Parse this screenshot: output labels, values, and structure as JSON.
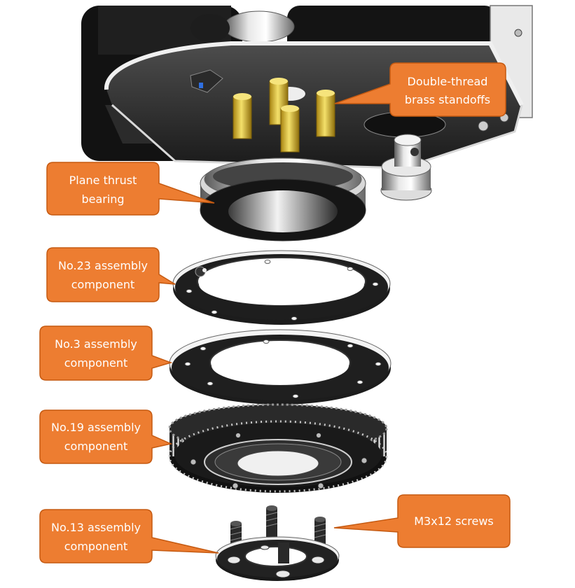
{
  "callouts": {
    "standoffs": [
      "Double-thread",
      "brass standoffs"
    ],
    "bearing": [
      "Plane thrust",
      "bearing"
    ],
    "no23": [
      "No.23 assembly",
      "component"
    ],
    "no3": [
      "No.3 assembly",
      "component"
    ],
    "no19": [
      "No.19 assembly",
      "component"
    ],
    "no13": [
      "No.13 assembly",
      "component"
    ],
    "screws": [
      "M3x12 screws"
    ]
  },
  "colors": {
    "callout_fill": "#ED7D31",
    "callout_stroke": "#C55A11",
    "metal_dark": "#1b1b1b",
    "brass": "#E2C12E"
  },
  "icons": [
    "exploded-assembly-illustration"
  ]
}
